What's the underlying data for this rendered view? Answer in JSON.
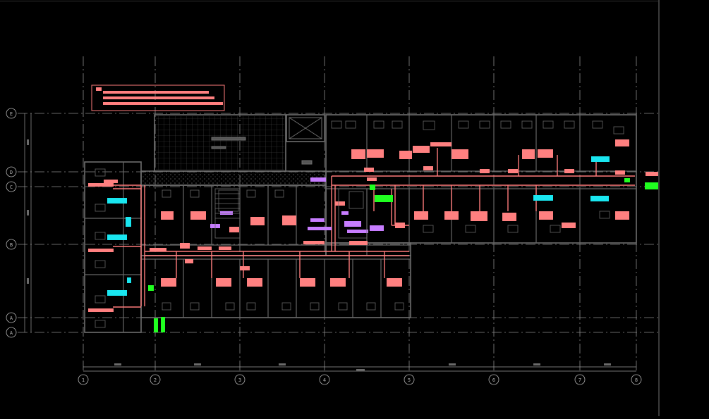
{
  "drawing": {
    "grid_columns": [
      "1",
      "2",
      "3",
      "4",
      "5",
      "6",
      "7",
      "8"
    ],
    "grid_rows": [
      "E",
      "D",
      "C",
      "B",
      "A",
      "A"
    ],
    "colors": {
      "background": "#000000",
      "walls": "#6e6e6e",
      "gridline": "#8a8a8a",
      "duct": "#ff7b7b",
      "equipment_label": "#ff8080",
      "purple_tag": "#c77dff",
      "cyan_unit": "#19e6f0",
      "green_unit": "#20ff20"
    }
  }
}
